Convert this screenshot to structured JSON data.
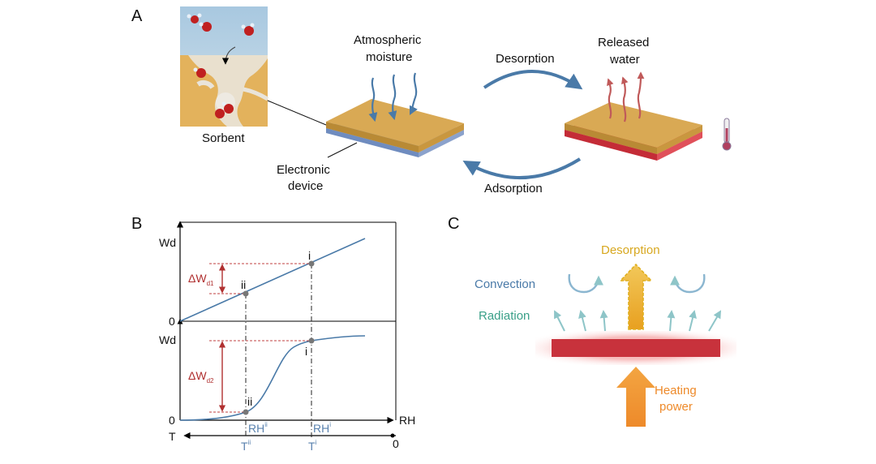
{
  "panel_a": {
    "letter": "A",
    "sorbent_label": "Sorbent",
    "device_label_1": "Electronic",
    "device_label_2": "device",
    "moisture_label_1": "Atmospheric",
    "moisture_label_2": "moisture",
    "desorption_label": "Desorption",
    "adsorption_label": "Adsorption",
    "released_label_1": "Released",
    "released_label_2": "water"
  },
  "panel_b": {
    "letter": "B",
    "top_ylabel": "Wd",
    "top_zero": "0",
    "bottom_ylabel": "Wd",
    "bottom_zero": "0",
    "x_label": "RH",
    "t_label": "T",
    "t_zero": "0",
    "delta_top": "ΔW",
    "delta_top_sub": "d1",
    "delta_bottom": "ΔW",
    "delta_bottom_sub": "d2",
    "point_i": "i",
    "point_ii": "ii",
    "rh_main": "RH",
    "rh_ii_sup": "ii",
    "rh_i_sup": "i",
    "t_main": "T",
    "t_ii_sup": "ii",
    "t_i_sup": "i"
  },
  "panel_c": {
    "letter": "C",
    "desorption_label": "Desorption",
    "convection_label": "Convection",
    "radiation_label": "Radiation",
    "heating_label_1": "Heating",
    "heating_label_2": "power"
  },
  "colors": {
    "blue_line": "#4a7aa8",
    "red_arrow": "#c0393b",
    "orange": "#f0a030",
    "teal": "#3aa088",
    "heater": "#c8323c",
    "desorb_yellow": "#e0b020"
  }
}
